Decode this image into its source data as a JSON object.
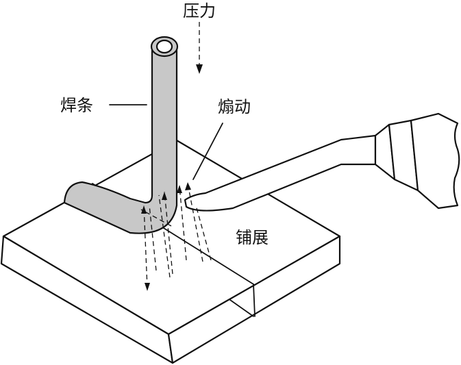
{
  "labels": {
    "pressure": "压力",
    "rod": "焊条",
    "fan": "煽动",
    "spread": "铺展"
  },
  "colors": {
    "rod_fill": "#c8c8c8",
    "line": "#111111",
    "background": "#ffffff"
  }
}
